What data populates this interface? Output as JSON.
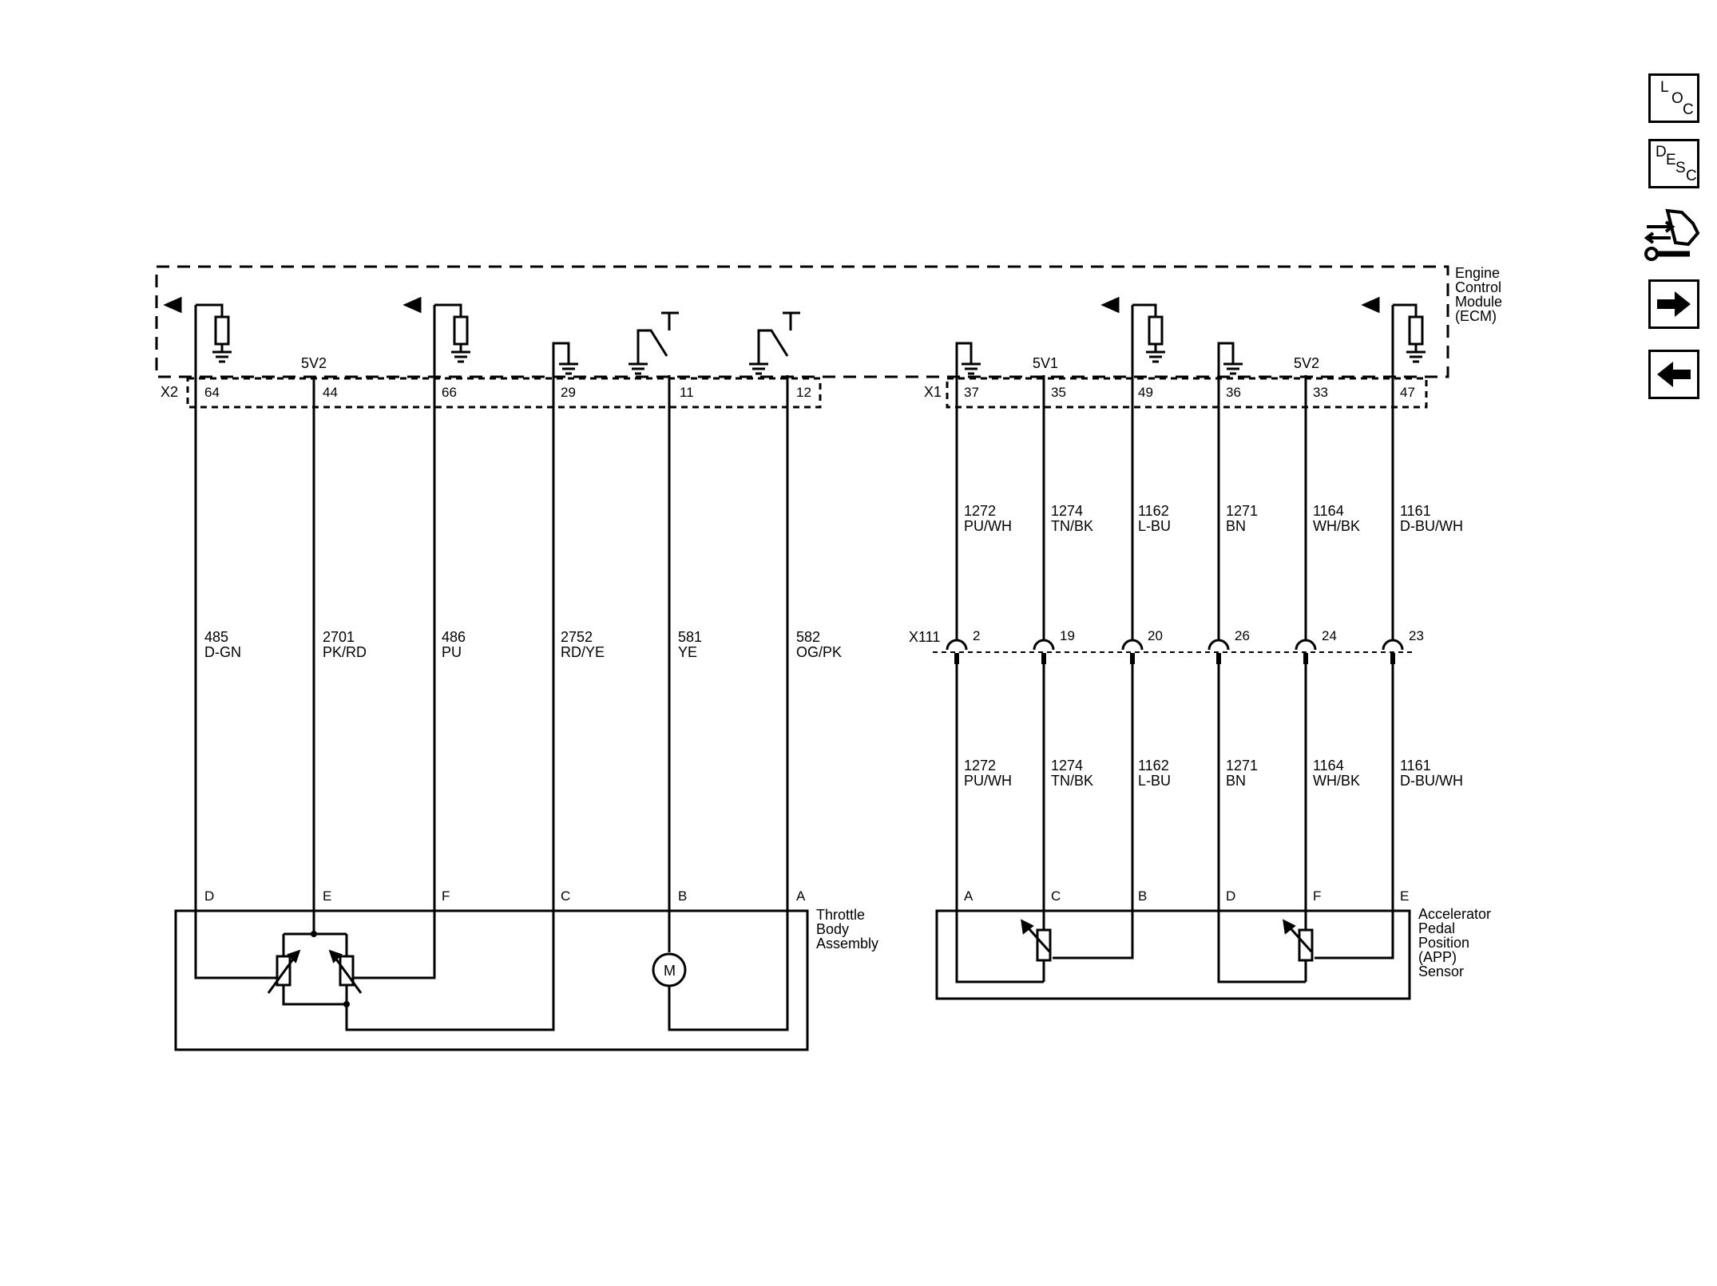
{
  "nav": {
    "loc": {
      "l1": "L",
      "l2": "O",
      "l3": "C"
    },
    "desc": {
      "l1": "D",
      "l2": "E",
      "l3": "S",
      "l4": "C"
    },
    "icons": [
      "connector-wrench-icon",
      "arrow-right-icon",
      "arrow-left-icon"
    ]
  },
  "ecm": {
    "label": [
      "Engine",
      "Control",
      "Module",
      "(ECM)"
    ],
    "conn_x2": "X2",
    "conn_x1": "X1",
    "ref_5v2_left": "5V2",
    "ref_5v1": "5V1",
    "ref_5v2_right": "5V2",
    "x2_pins": [
      "64",
      "44",
      "66",
      "29",
      "11",
      "12"
    ],
    "x1_pins": [
      "37",
      "35",
      "49",
      "36",
      "33",
      "47"
    ]
  },
  "throttle_wires": [
    {
      "circuit": "485",
      "color": "D-GN",
      "pin": "D"
    },
    {
      "circuit": "2701",
      "color": "PK/RD",
      "pin": "E"
    },
    {
      "circuit": "486",
      "color": "PU",
      "pin": "F"
    },
    {
      "circuit": "2752",
      "color": "RD/YE",
      "pin": "C"
    },
    {
      "circuit": "581",
      "color": "YE",
      "pin": "B"
    },
    {
      "circuit": "582",
      "color": "OG/PK",
      "pin": "A"
    }
  ],
  "throttle": {
    "label": [
      "Throttle",
      "Body",
      "Assembly"
    ],
    "motor": "M"
  },
  "inline": {
    "label": "X111",
    "pins": [
      "2",
      "19",
      "20",
      "26",
      "24",
      "23"
    ]
  },
  "app_wires_upper": [
    {
      "circuit": "1272",
      "color": "PU/WH"
    },
    {
      "circuit": "1274",
      "color": "TN/BK"
    },
    {
      "circuit": "1162",
      "color": "L-BU"
    },
    {
      "circuit": "1271",
      "color": "BN"
    },
    {
      "circuit": "1164",
      "color": "WH/BK"
    },
    {
      "circuit": "1161",
      "color": "D-BU/WH"
    }
  ],
  "app_wires_lower": [
    {
      "circuit": "1272",
      "color": "PU/WH",
      "pin": "A"
    },
    {
      "circuit": "1274",
      "color": "TN/BK",
      "pin": "C"
    },
    {
      "circuit": "1162",
      "color": "L-BU",
      "pin": "B"
    },
    {
      "circuit": "1271",
      "color": "BN",
      "pin": "D"
    },
    {
      "circuit": "1164",
      "color": "WH/BK",
      "pin": "F"
    },
    {
      "circuit": "1161",
      "color": "D-BU/WH",
      "pin": "E"
    }
  ],
  "app": {
    "label": [
      "Accelerator",
      "Pedal",
      "Position",
      "(APP)",
      "Sensor"
    ]
  }
}
